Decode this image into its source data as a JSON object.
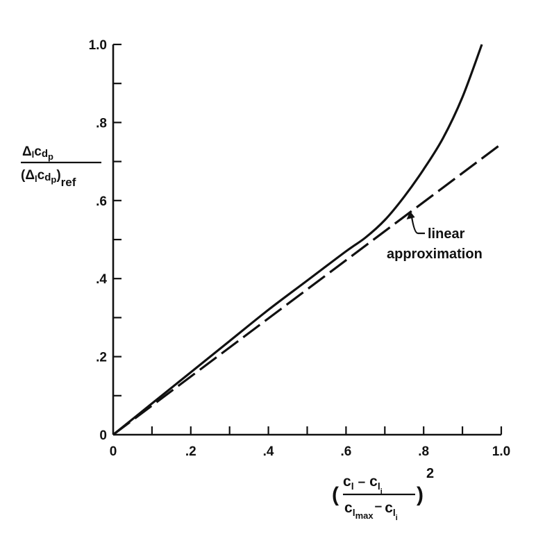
{
  "chart_data": {
    "type": "line",
    "xlim": [
      0,
      1.0
    ],
    "ylim": [
      0,
      1.0
    ],
    "grid": false,
    "x_ticks": [
      0,
      0.1,
      0.2,
      0.3,
      0.4,
      0.5,
      0.6,
      0.7,
      0.8,
      0.9,
      1.0
    ],
    "y_ticks": [
      0,
      0.1,
      0.2,
      0.3,
      0.4,
      0.5,
      0.6,
      0.7,
      0.8,
      0.9,
      1.0
    ],
    "x_tick_labels": [
      {
        "value": 0,
        "label": "0"
      },
      {
        "value": 0.2,
        "label": ".2"
      },
      {
        "value": 0.4,
        "label": ".4"
      },
      {
        "value": 0.6,
        "label": ".6"
      },
      {
        "value": 0.8,
        "label": ".8"
      },
      {
        "value": 1.0,
        "label": "1.0"
      }
    ],
    "y_tick_labels": [
      {
        "value": 0,
        "label": "0"
      },
      {
        "value": 0.2,
        "label": ".2"
      },
      {
        "value": 0.4,
        "label": ".4"
      },
      {
        "value": 0.6,
        "label": ".6"
      },
      {
        "value": 0.8,
        "label": ".8"
      },
      {
        "value": 1.0,
        "label": "1.0"
      }
    ],
    "series": [
      {
        "style": "solid",
        "x": [
          0,
          0.1,
          0.2,
          0.3,
          0.4,
          0.5,
          0.6,
          0.65,
          0.7,
          0.75,
          0.8,
          0.85,
          0.9,
          0.95
        ],
        "y": [
          0,
          0.08,
          0.16,
          0.24,
          0.32,
          0.395,
          0.47,
          0.505,
          0.55,
          0.61,
          0.68,
          0.76,
          0.865,
          1.0
        ]
      },
      {
        "name": "linear approximation",
        "style": "dashed",
        "x": [
          0,
          1.0
        ],
        "y": [
          0,
          0.745
        ]
      }
    ],
    "annotations": [
      {
        "text_lines": [
          "linear",
          "approximation"
        ],
        "points_to": [
          0.765,
          0.573
        ]
      }
    ],
    "ylabel": {
      "numerator": {
        "delta": "Δ",
        "sub1": "l",
        "c": "c",
        "d": "d",
        "sub2": "p"
      },
      "denominator": {
        "open": "(",
        "delta": "Δ",
        "sub1": "l",
        "c": "c",
        "d": "d",
        "sub2": "p",
        "close": ")",
        "sub3": "ref"
      }
    },
    "xlabel": {
      "open": "(",
      "numerator": {
        "c1": "c",
        "sub1": "l",
        "minus": "–",
        "c2": "c",
        "sub2": "l",
        "sub2b": "i"
      },
      "denominator": {
        "c1": "c",
        "sub1": "l",
        "sub1b": "max",
        "minus": "–",
        "c2": "c",
        "sub2": "l",
        "sub2b": "i"
      },
      "close": ")",
      "exponent": "2"
    }
  }
}
